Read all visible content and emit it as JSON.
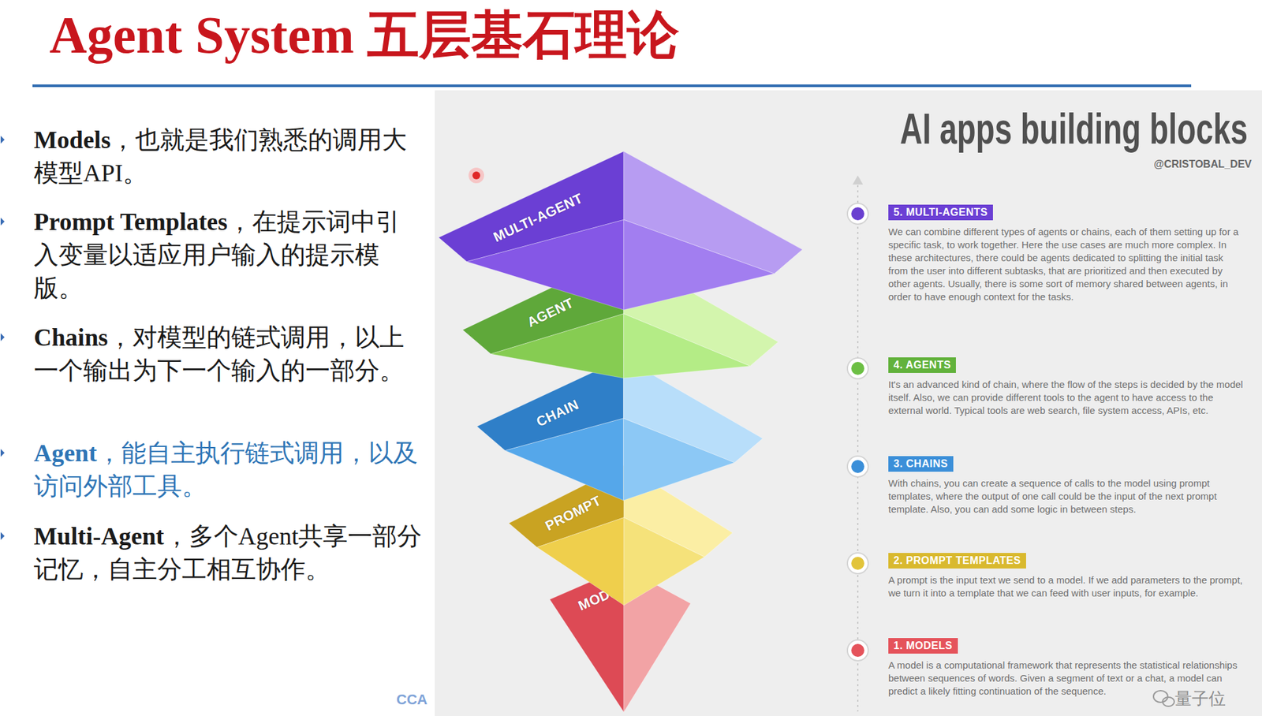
{
  "diagram": {
    "title": "Agent System 五层基石理论",
    "nodes": [
      {
        "text": [
          "MULTI-AGENT"
        ]
      },
      {
        "text": [
          "AGENT"
        ]
      },
      {
        "text": [
          "CHAIN"
        ]
      },
      {
        "text": [
          "PROMPT"
        ]
      },
      {
        "text": [
          "MODEL"
        ]
      },
      {
        "text": [
          "5. MULTI-AGENTS",
          "We can combine different types of agents or chains, each of them setting up for a specific task, to work together. Here the use cases are much more complex. In these architectures, there could be agents dedicated to splitting the initial task from the user into different subtasks, that are prioritized and then executed by other agents. Usually, there is some sort of memory shared between agents, in order to have enough context for the tasks."
        ]
      },
      {
        "text": [
          "4. AGENTS",
          "It's an advanced kind of chain, where the flow of the steps is decided by the model itself. Also, we can provide different tools to the agent to have access to the external world. Typical tools are web search, file system access, APIs, etc."
        ]
      },
      {
        "text": [
          "3. CHAINS",
          "With chains, you can create a sequence of calls to the model using prompt templates, where the output of one call could be the input of the next prompt template. Also, you can add some logic in between steps."
        ]
      },
      {
        "text": [
          "2. PROMPT TEMPLATES",
          "A prompt is the input text we send to a model. If we add parameters to the prompt, we turn it into a template that we can feed with user inputs, for example."
        ]
      },
      {
        "text": [
          "1. MODELS",
          "A model is a computational framework that represents the statistical relationships between sequences of words. Given a segment of text or a chat, a model can predict a likely fitting continuation of the sequence."
        ]
      }
    ],
    "labels": [
      "Models，也就是我们熟悉的调用大模型API。",
      "Prompt Templates，在提示词中引入变量以适应用户输入的提示模版。",
      "Chains，对模型的链式调用，以上一个输出为下一个输入的一部分。",
      "Agent，能自主执行链式调用，以及访问外部工具。",
      "Multi-Agent，多个Agent共享一部分记忆，自主分工相互协作。",
      "AI apps building blocks",
      "@CRISTOBAL_DEV",
      "CCA",
      "量子位"
    ]
  }
}
